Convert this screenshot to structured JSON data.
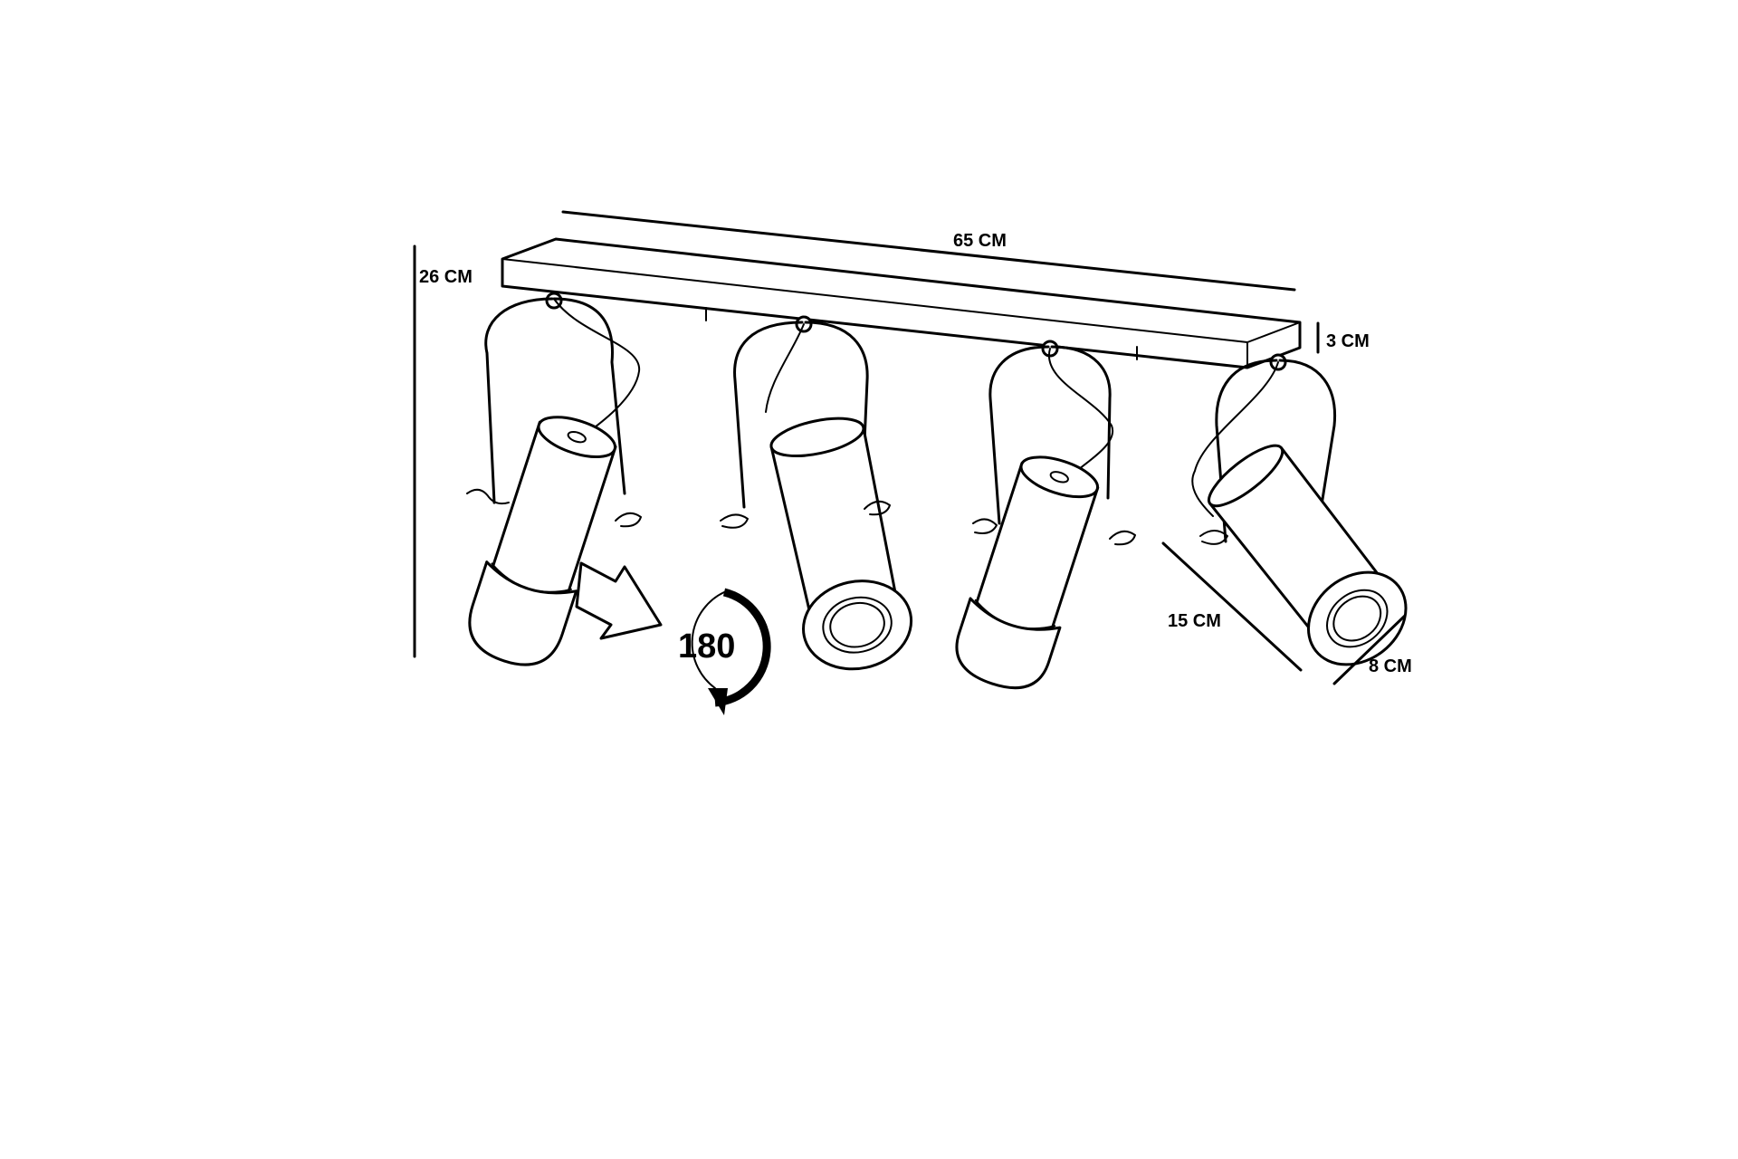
{
  "diagram": {
    "dimensions": {
      "width": "65 CM",
      "height": "26 CM",
      "base_height": "3 CM",
      "shade_length": "15 CM",
      "shade_diameter": "8 CM"
    },
    "rotation": {
      "label": "180",
      "degree_symbol": "°"
    },
    "colors": {
      "line": "#000000",
      "background": "#ffffff"
    },
    "icons": [
      "right-arrow-icon",
      "rotate-icon"
    ]
  }
}
